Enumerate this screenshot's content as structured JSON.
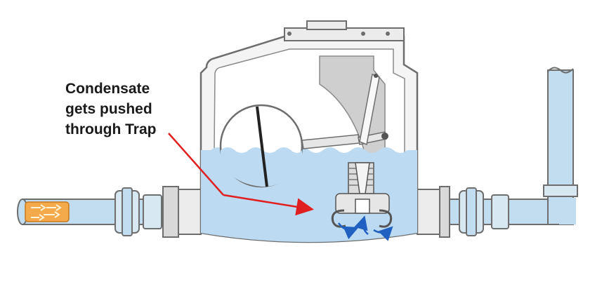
{
  "callout": {
    "lines": [
      "Condensate",
      "gets pushed",
      "through Trap"
    ]
  },
  "colors": {
    "water": "#bcdaf1",
    "pipe": "#c2ddf0",
    "steam_pipe": "#f4a94b",
    "arrow": "#e02020",
    "flow_arrows": "#2060c0",
    "body": "#f4f4f4",
    "outline": "#6e6e6e"
  }
}
